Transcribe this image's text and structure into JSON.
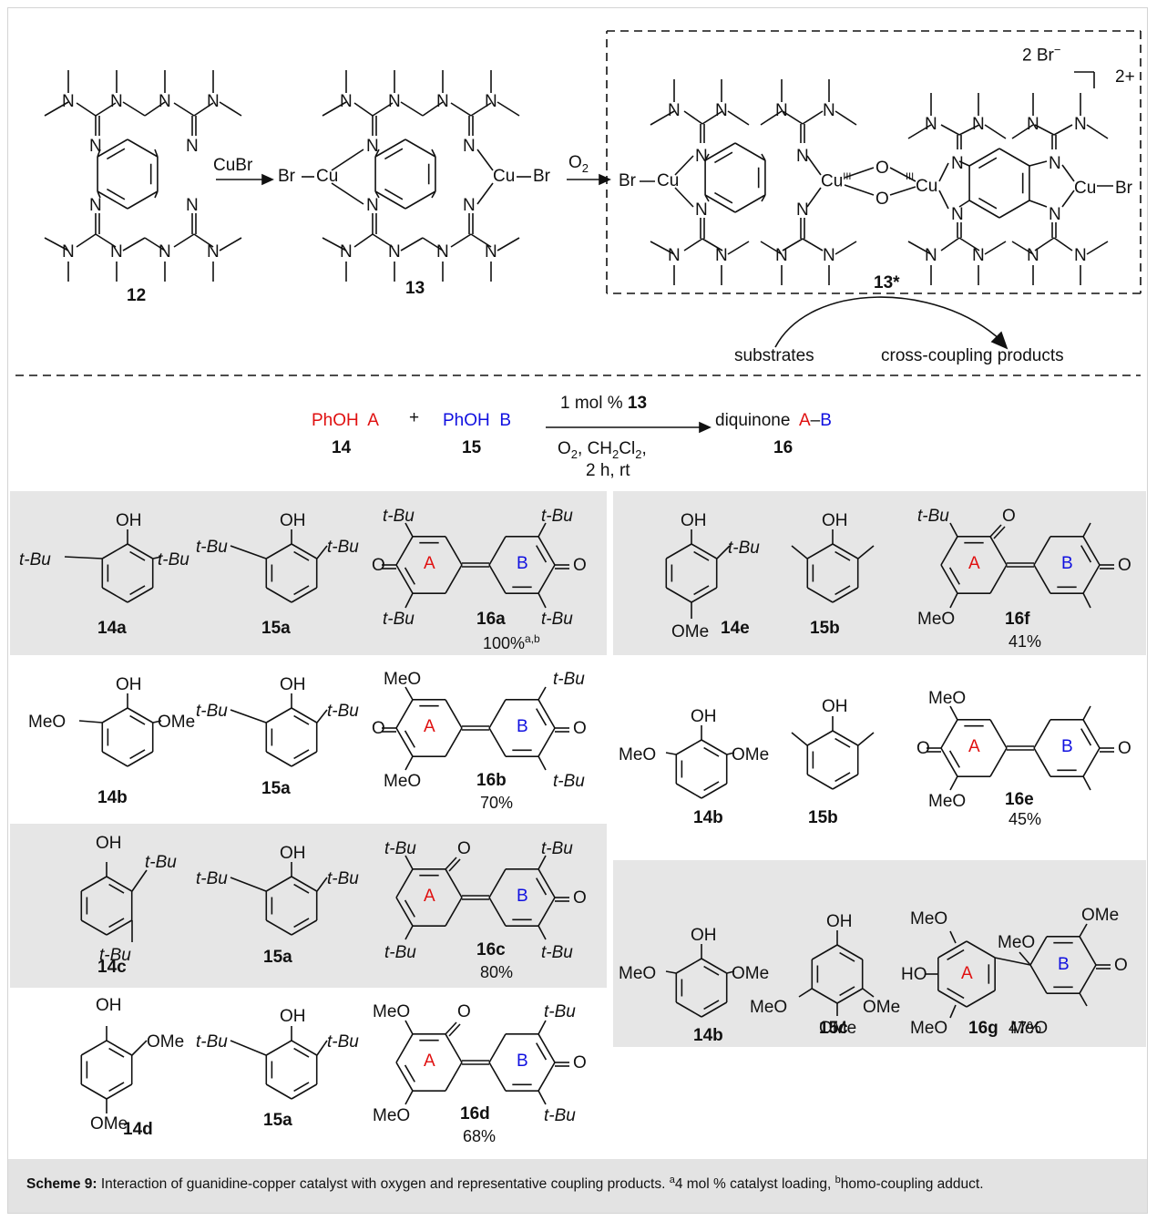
{
  "top_scheme": {
    "compounds": {
      "c12": "12",
      "c13": "13",
      "c13star": "13*"
    },
    "reagent_cubr": "CuBr",
    "reagent_o2": "O",
    "reagent_o2_sub": "2",
    "n": "N",
    "br": "Br",
    "cu": "Cu",
    "cu3": "Cu",
    "oxidation_III": "III",
    "o": "O",
    "counter_ion": "2 Br",
    "counter_ion_sup": "−",
    "charge": "2+",
    "substrates_label": "substrates",
    "products_label": "cross-coupling products"
  },
  "reaction": {
    "reactant_a": "PhOH",
    "reactant_a_tag": "A",
    "plus": "+",
    "reactant_b": "PhOH",
    "reactant_b_tag": "B",
    "reactant_a_num": "14",
    "reactant_b_num": "15",
    "product_prefix": "diquinone",
    "product_a": "A",
    "product_dash": "–",
    "product_b": "B",
    "product_num": "16",
    "cond_top_a": "1 mol %",
    "cond_top_b": "13",
    "cond_line1_a": "O",
    "cond_line1_b": "2",
    "cond_line1_c": ", CH",
    "cond_line1_d": "2",
    "cond_line1_e": "Cl",
    "cond_line1_f": "2",
    "cond_line1_g": ",",
    "cond_line2": "2 h, rt"
  },
  "groups": {
    "tbu": "t-Bu",
    "oh": "OH",
    "meo": "MeO",
    "ome": "OMe",
    "o": "O",
    "ho": "HO",
    "ring_a": "A",
    "ring_b": "B"
  },
  "entries": [
    {
      "phenol_a": "14a",
      "phenol_b": "15a",
      "product": "16a",
      "yield": "100%",
      "yield_sup": "a,b"
    },
    {
      "phenol_a": "14b",
      "phenol_b": "15a",
      "product": "16b",
      "yield": "70%"
    },
    {
      "phenol_a": "14c",
      "phenol_b": "15a",
      "product": "16c",
      "yield": "80%"
    },
    {
      "phenol_a": "14d",
      "phenol_b": "15a",
      "product": "16d",
      "yield": "68%"
    },
    {
      "phenol_a": "14e",
      "phenol_b": "15b",
      "product": "16f",
      "yield": "41%"
    },
    {
      "phenol_a": "14b",
      "phenol_b": "15b",
      "product": "16e",
      "yield": "45%"
    },
    {
      "phenol_a": "14b",
      "phenol_b": "15c",
      "product": "16g",
      "yield": "47%"
    }
  ],
  "caption": {
    "title": "Scheme 9:",
    "text1": " Interaction of guanidine-copper catalyst with oxygen and representative coupling products. ",
    "sup_a": "a",
    "text2": "4 mol % catalyst loading, ",
    "sup_b": "b",
    "text3": "homo-coupling adduct."
  },
  "colors": {
    "ring_a": "#e01010",
    "ring_b": "#1010e0",
    "panel": "#e6e6e6",
    "caption_bg": "#e3e3e3"
  }
}
